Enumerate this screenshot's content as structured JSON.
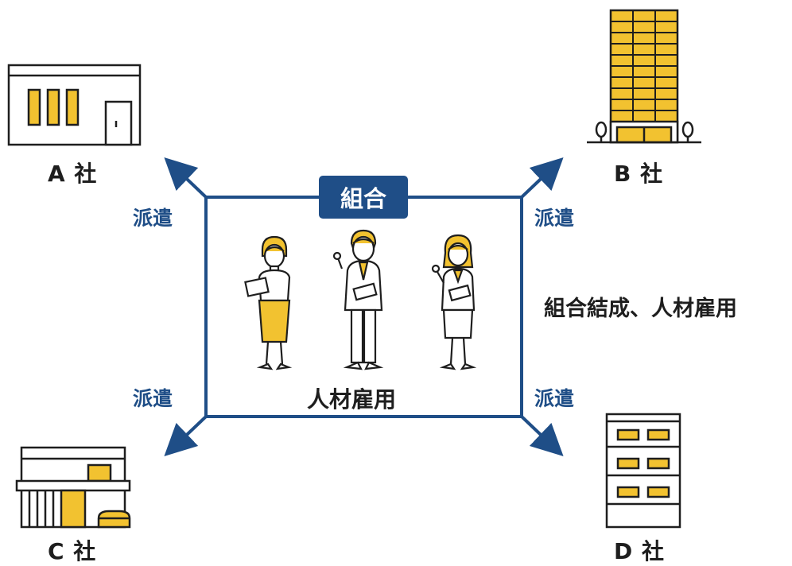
{
  "union_label": "組合",
  "center_label": "人材雇用",
  "side_note": "組合結成、人材雇用",
  "dispatch": {
    "top_left": "派遣",
    "top_right": "派遣",
    "bottom_left": "派遣",
    "bottom_right": "派遣"
  },
  "companies": {
    "a": "A 社",
    "b": "B 社",
    "c": "C 社",
    "d": "D 社"
  },
  "colors": {
    "navy": "#1f4e87",
    "yellow": "#f2c230",
    "outline": "#1e1e1e"
  },
  "icons": [
    "office-a-icon",
    "tower-b-icon",
    "shop-c-icon",
    "apartment-d-icon",
    "worker-woman-tablet-icon",
    "worker-man-suit-icon",
    "worker-woman-suit-icon"
  ]
}
